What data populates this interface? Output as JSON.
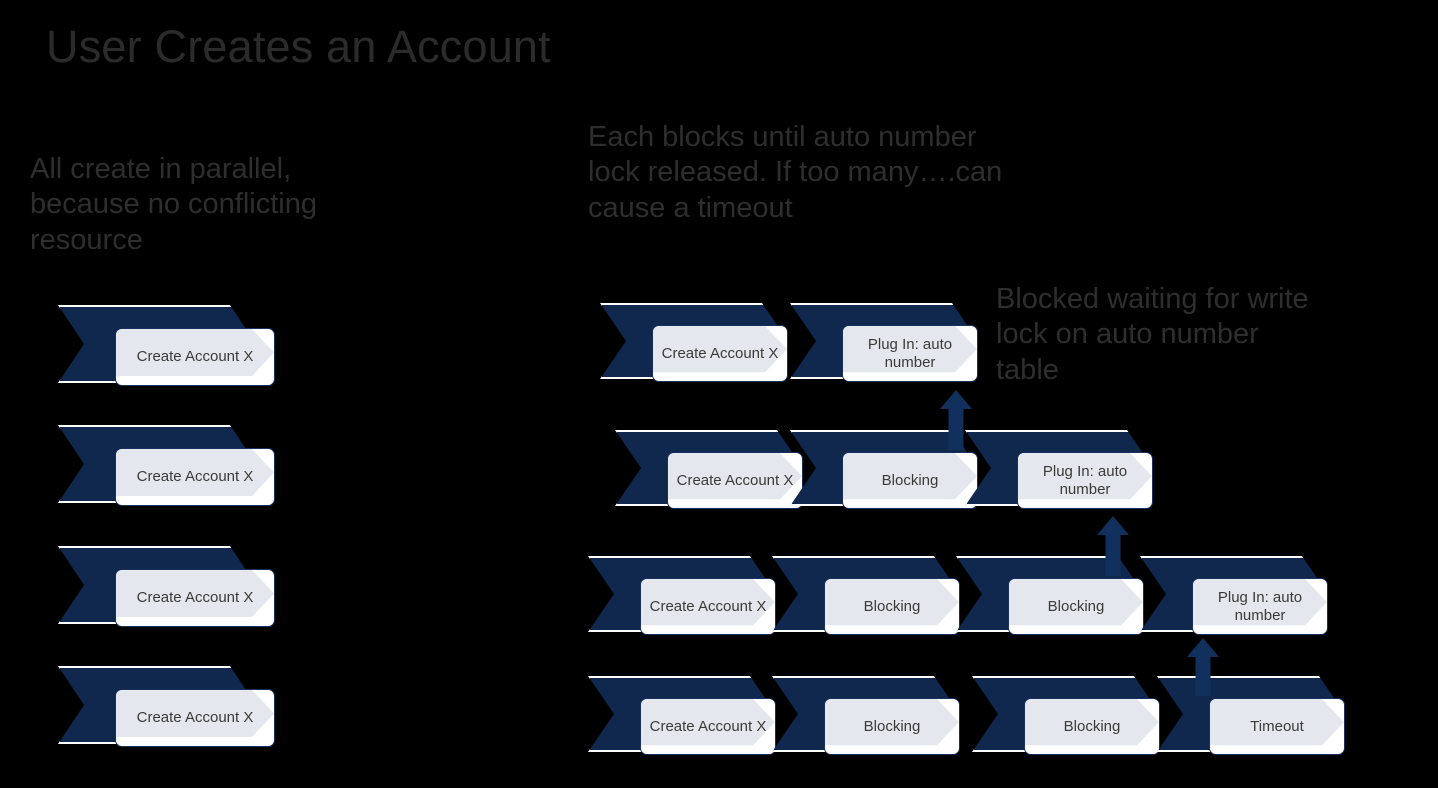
{
  "slide": {
    "background_color": "#000000",
    "accent_color": "#10274e",
    "box_fill_color": "#e4e8ee",
    "text_color": "#2e2e2e",
    "title": "User Creates an Account"
  },
  "notes": {
    "left": "All create in parallel,\nbecause no conflicting\nresource",
    "middle": "Each blocks until auto number\nlock released. If too many….can\ncause a timeout",
    "right": "Blocked waiting for write\nlock on auto number\ntable"
  },
  "left_column": {
    "rows": [
      {
        "label": "Create Account X"
      },
      {
        "label": "Create Account X"
      },
      {
        "label": "Create Account X"
      },
      {
        "label": "Create Account X"
      }
    ]
  },
  "right_column": {
    "rows": [
      {
        "steps": [
          "Create Account X",
          "Plug In: auto number"
        ]
      },
      {
        "steps": [
          "Create Account X",
          "Blocking",
          "Plug In: auto number"
        ]
      },
      {
        "steps": [
          "Create Account X",
          "Blocking",
          "Blocking",
          "Plug In: auto number"
        ]
      },
      {
        "steps": [
          "Create Account X",
          "Blocking",
          "Blocking",
          "Timeout"
        ]
      }
    ],
    "connectors": [
      {
        "name": "arrow-row2-to-row1"
      },
      {
        "name": "arrow-row3-to-row2"
      },
      {
        "name": "arrow-row4-to-row3"
      }
    ]
  }
}
